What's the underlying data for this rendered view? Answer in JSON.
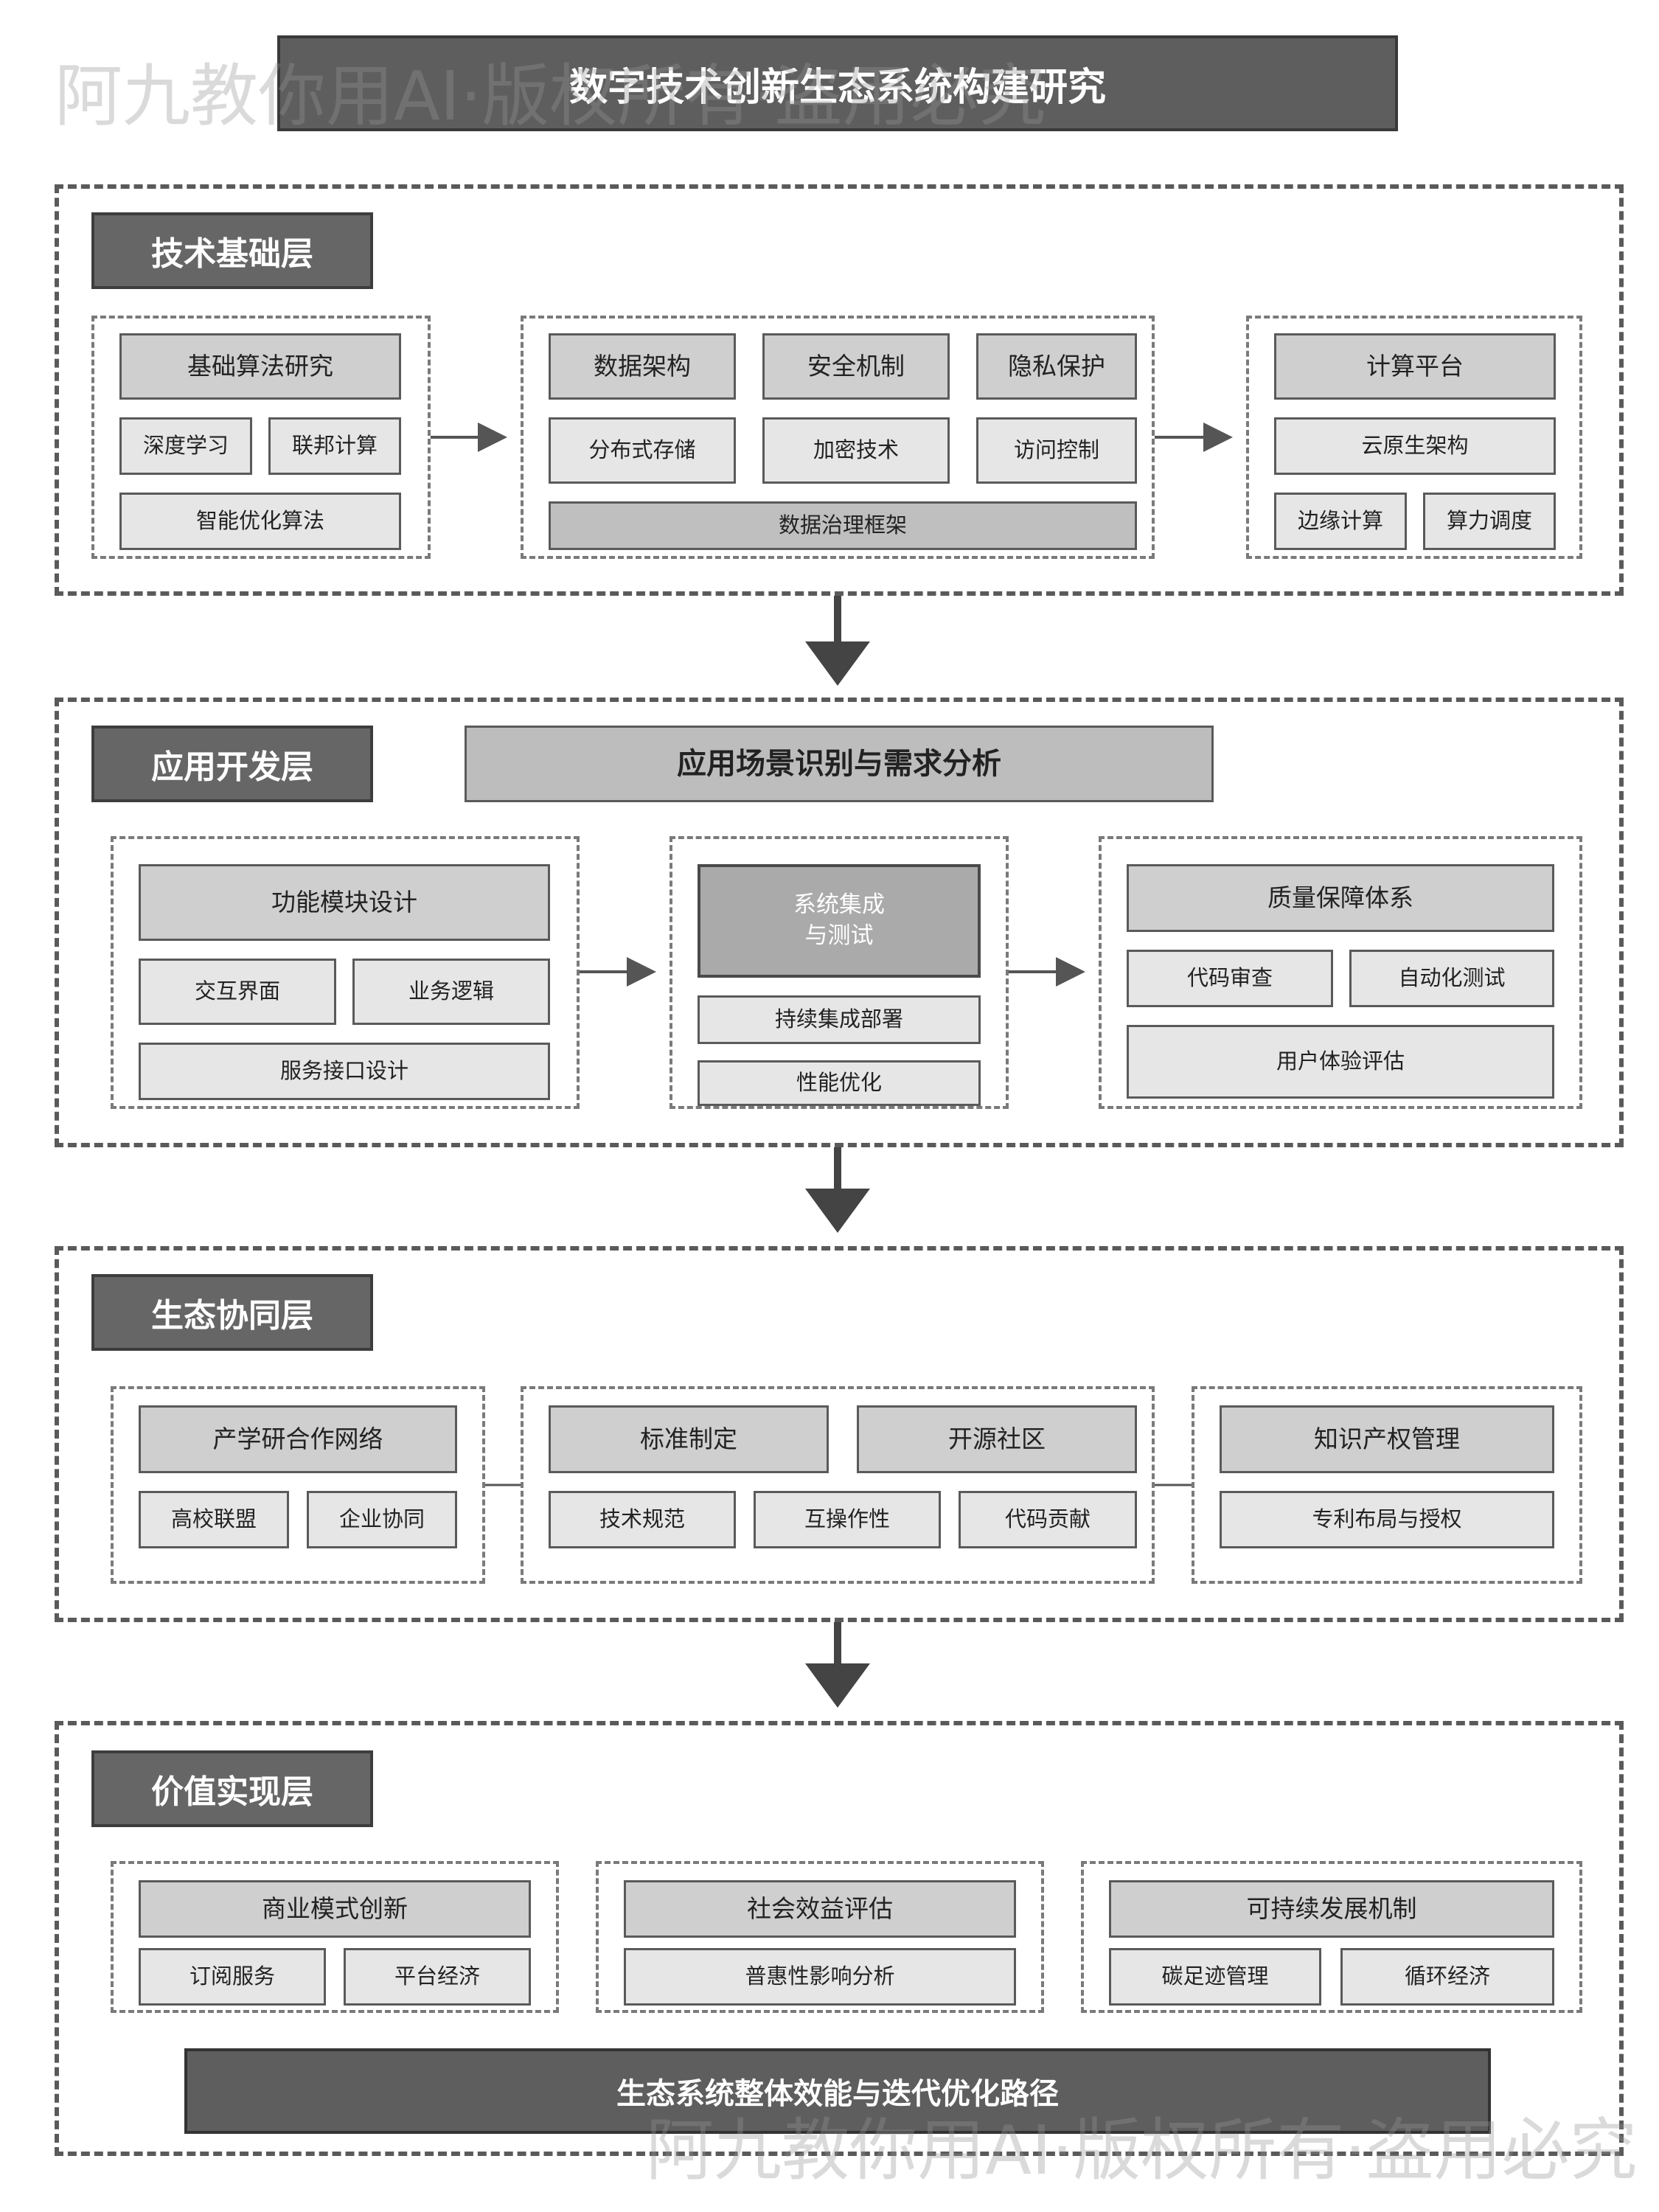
{
  "title": "数字技术创新生态系统构建研究",
  "watermark": "阿九教你用AI·版权所有·盗用必究",
  "layers": [
    {
      "header": "技术基础层",
      "groups": [
        {
          "title": "基础算法研究",
          "items": [
            "深度学习",
            "联邦计算",
            "智能优化算法"
          ]
        },
        {
          "titles": [
            "数据架构",
            "安全机制",
            "隐私保护"
          ],
          "items": [
            "分布式存储",
            "加密技术",
            "访问控制"
          ],
          "footer": "数据治理框架"
        },
        {
          "title": "计算平台",
          "items": [
            "云原生架构",
            "边缘计算",
            "算力调度"
          ]
        }
      ]
    },
    {
      "header": "应用开发层",
      "banner": "应用场景识别与需求分析",
      "groups": [
        {
          "title": "功能模块设计",
          "items": [
            "交互界面",
            "业务逻辑",
            "服务接口设计"
          ]
        },
        {
          "title_lines": [
            "系统集成",
            "与测试"
          ],
          "items": [
            "持续集成部署",
            "性能优化"
          ]
        },
        {
          "title": "质量保障体系",
          "items": [
            "代码审查",
            "自动化测试",
            "用户体验评估"
          ]
        }
      ]
    },
    {
      "header": "生态协同层",
      "groups": [
        {
          "title": "产学研合作网络",
          "items": [
            "高校联盟",
            "企业协同"
          ]
        },
        {
          "titles": [
            "标准制定",
            "开源社区"
          ],
          "items": [
            "技术规范",
            "互操作性",
            "代码贡献"
          ]
        },
        {
          "title": "知识产权管理",
          "items": [
            "专利布局与授权"
          ]
        }
      ]
    },
    {
      "header": "价值实现层",
      "groups": [
        {
          "title": "商业模式创新",
          "items": [
            "订阅服务",
            "平台经济"
          ]
        },
        {
          "title": "社会效益评估",
          "items": [
            "普惠性影响分析"
          ]
        },
        {
          "title": "可持续发展机制",
          "items": [
            "碳足迹管理",
            "循环经济"
          ]
        }
      ],
      "footer": "生态系统整体效能与迭代优化路径"
    }
  ]
}
